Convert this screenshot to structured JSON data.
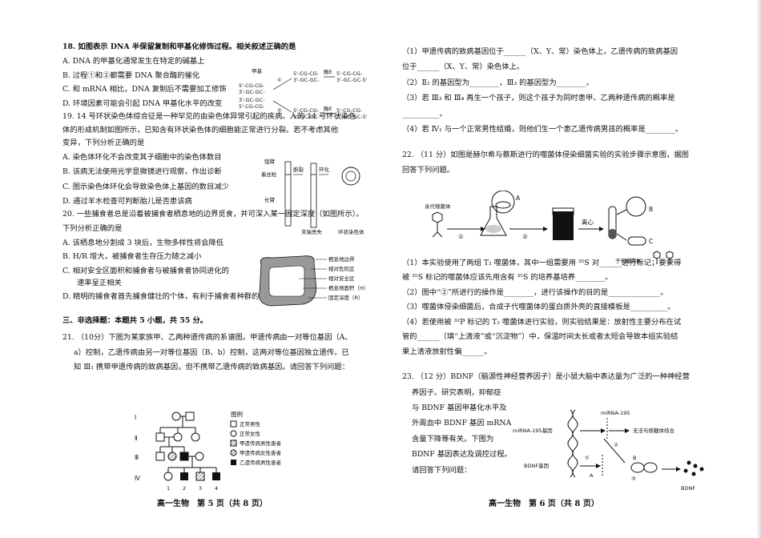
{
  "left": {
    "q18": {
      "stem": "18. 如图表示 DNA 半保留复制和甲基化修饰过程。相关叙述正确的是",
      "opts": [
        "A. DNA 的甲基化通常发生在特定的碱基上",
        "B. 过程①和②都需要 DNA 聚合酶的催化",
        "C. 和 mRNA 相比，DNA 复制后不需要加工修饰",
        "D. 环境因素可能会引起 DNA 甲基化水平的改变"
      ],
      "fig": {
        "methyl": "甲基",
        "enzyme": "酶E",
        "s1": "5'-CG-CG-",
        "s2": "3'-GC-GC-",
        "s3": "3'-GC-GC-5'",
        "n1": "①",
        "n2": "②"
      }
    },
    "q19": {
      "lines": [
        "19. 14 号环状染色体综合征是一种罕见的由染色体异常引起的疾病。人的 14 号环状染色",
        "体的形成机制如图所示，已知含有环状染色体的细胞能正常进行分裂。若不考虑其他",
        "变异，下列分析正确的是"
      ],
      "opts": [
        "A. 染色体环化不会改变其子细胞中的染色体数目",
        "B. 该病无法使用光学显微镜进行观察，作出诊断",
        "C. 图示染色体环化会导致染色体上基因的数目减少",
        "D. 通过羊水检查可判断胎儿是否患该病"
      ],
      "fig": {
        "short": "短臂",
        "centro": "着丝粒",
        "long": "长臂",
        "break": "断裂",
        "ring": "环化",
        "lost": "末端丢失",
        "ringchrom": "环状染色体"
      }
    },
    "q20": {
      "lines": [
        "20. 一些捕食者总是沿着被捕食者栖息地的边界觅食，并可深入某一固定深度（如图所示）。",
        "下列分析正确的是"
      ],
      "opts": [
        "A. 该栖息地分割成 3 块后，生物多样性将会降低",
        "B. H/R 增大，被捕食者生存压力随之减小",
        "C. 相对安全区面积和捕食者与被捕食者协同进化的",
        "速率呈正相关",
        "D. 精明的捕食者首先捕食健壮的个体，有利于捕食者种群的繁衍"
      ],
      "fig": {
        "l1": "栖息地边界",
        "l2": "相对危险区",
        "l3": "相对安全区",
        "l4": "栖息地面积（H）",
        "l5": "固定深度（R）"
      }
    },
    "section": "三、非选择题：本题共 5 小题，共 55 分。",
    "q21": {
      "lines": [
        "21. （10分）下图为某家族甲、乙两种遗传病的系谱图。甲遗传病由一对等位基因（A、",
        "a）控制，乙遗传病由另一对等位基因（B、b）控制，这两对等位基因独立遗传。已",
        "知 Ⅲ₁ 携带甲遗传病的致病基因，但不携带乙遗传病的致病基因。请回答下列问题："
      ],
      "legend": {
        "title": "图例",
        "items": [
          "正常男性",
          "正常女性",
          "甲遗传病男性患者",
          "甲遗传病女性患者",
          "乙遗传病男性患者"
        ]
      },
      "gens": [
        "Ⅰ",
        "Ⅱ",
        "Ⅲ",
        "Ⅳ"
      ],
      "nums": [
        "1",
        "2",
        "3",
        "4"
      ]
    },
    "footer": "高一生物　第 5 页（共 8 页）"
  },
  "right": {
    "q21cont": [
      "（1）甲遗传病的致病基因位于______（X、Y、常）染色体上，乙遗传病的致病基因",
      "位于______（X、Y、常）染色体上。",
      "（2）Ⅱ₂ 的基因型为________，Ⅲ₃ 的基因型为________。",
      "（3）若 Ⅲ₃ 和 Ⅲ₄ 再生一个孩子，则这个孩子为同时患甲、乙两种遗传病的概率是",
      "__________。",
      "（4）若 Ⅳ₁ 与一个正常男性结婚，则他们生一个患乙遗传病男孩的概率是________。"
    ],
    "q22": {
      "lines": [
        "22. （11 分）如图是赫尔希与蔡斯进行的噬菌体侵染细菌实验的实验步骤示意图，据图",
        "回答下列问题。"
      ],
      "fig": {
        "phage": "亲代噬菌体",
        "c1": "①",
        "c2": "②",
        "centrifuge": "离心",
        "A": "A",
        "B": "B",
        "C": "C",
        "child": "子代噬菌体"
      },
      "qs": [
        "（1）本实验使用了两组 T₂ 噬菌体，其中一组需要用 ³⁵S 对______进行标记；要获得",
        "被 ³⁵S 标记的噬菌体应该先用含有 ³⁵S 的培养基培养________。",
        "（2）图中“②”所进行的操作是________，进行该操作的目的是______________。",
        "（3）噬菌体侵染细菌后，合成子代噬菌体的蛋白质外壳的直接模板是__________。",
        "（4）若使用被 ³²P 标记的 T₂ 噬菌体进行实验，则实验结果是：放射性主要分布在试",
        "管的______（填“上清液”或“沉淀物”）中，保温时间太长或者太短会导致本组实验结",
        "果上清液放射性偏______。"
      ]
    },
    "q23": {
      "lines": [
        "23. （12 分）BDNF（脑源性神经营养因子）是小鼠大脑中表达量为广泛的一种神经营",
        "养因子。研究表明，抑郁症",
        "与 BDNF 基因甲基化水平及",
        "外周血中 BDNF 基因 mRNA",
        "含量下降等有关。下图为",
        "BDNF 基因表达及调控过程。",
        "请回答下列问题："
      ],
      "fig": {
        "mir": "miRNA-195",
        "mirgene": "miRNA-195基因",
        "bdnfgene": "BDNF基因",
        "noribo": "无法与核糖体结合",
        "A": "A",
        "B": "B",
        "c1": "①",
        "c2": "②",
        "c3": "③",
        "bdnf": "BDNF"
      }
    },
    "footer": "高一生物　第 6 页（共 8 页）"
  }
}
